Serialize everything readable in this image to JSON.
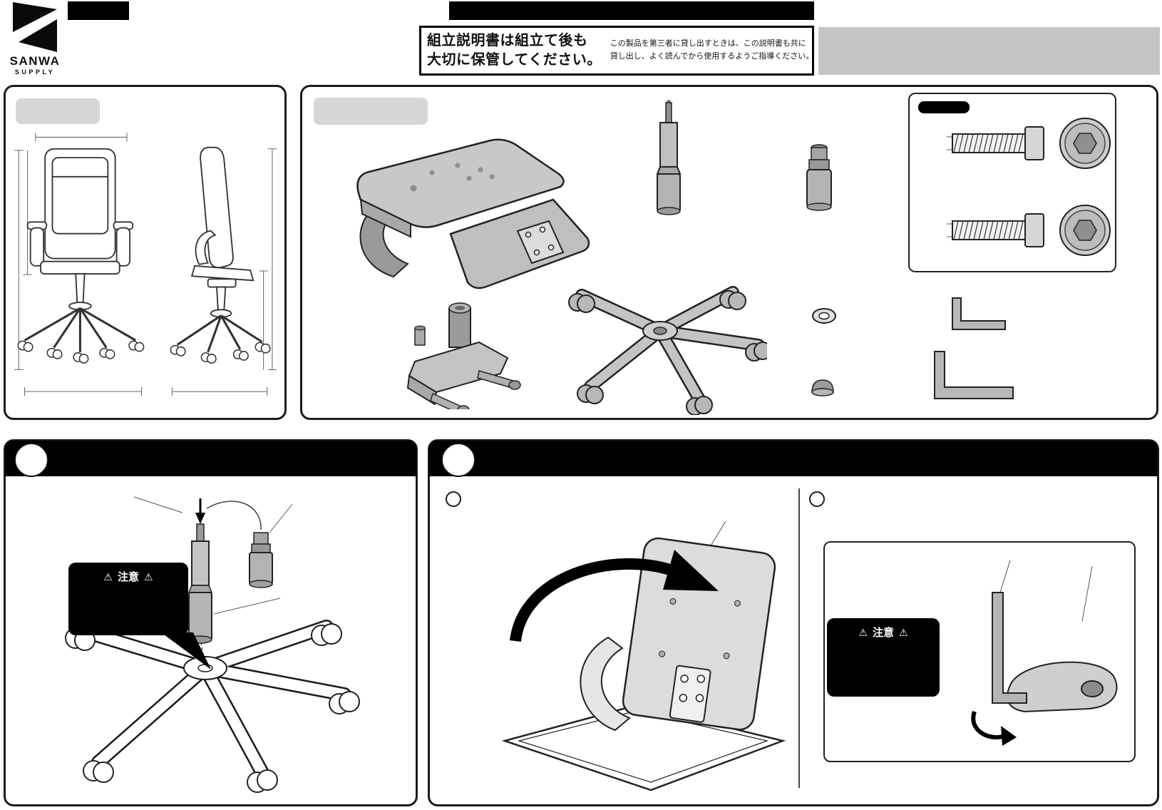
{
  "brand": {
    "line1": "SANWA",
    "line2": "SUPPLY"
  },
  "notice": {
    "title_lines": [
      "組立説明書は組立て後も",
      "大切に保管してください。"
    ],
    "body_lines": [
      "この製品を第三者に貸し出すときは、この説明書も共に",
      "貸し出し、よく読んでから使用するようご指導ください。"
    ]
  },
  "caution": {
    "icon": "⚠",
    "label": "注意"
  },
  "colors": {
    "panel_border": "#1c1c1c",
    "part_gray": "#c4c4c4",
    "header_black": "#000000"
  }
}
